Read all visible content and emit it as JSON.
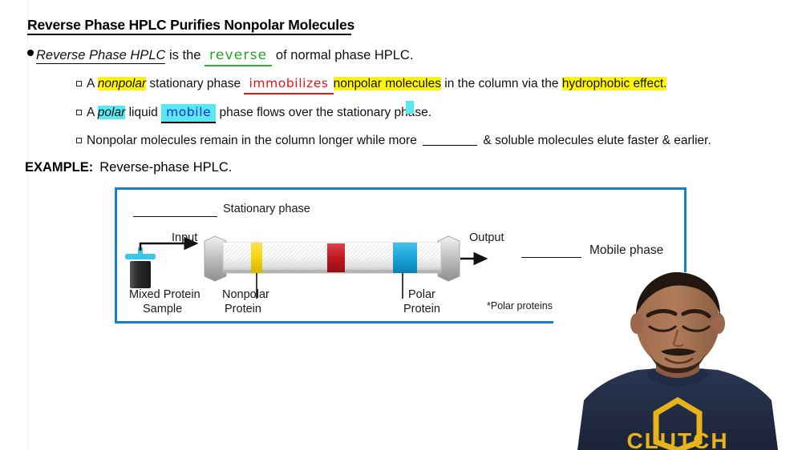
{
  "slide": {
    "title": "Reverse Phase HPLC Purifies Nonpolar Molecules",
    "bullet1": {
      "lead_italic": "Reverse Phase HPLC",
      "mid": " is the ",
      "handwritten": "reverse",
      "tail": " of normal phase HPLC."
    },
    "sub_bullets": [
      {
        "a": "A ",
        "hl1": "nonpolar",
        "b": " stationary phase ",
        "handwritten": "immobilizes",
        "hl2": "nonpolar molecules",
        "c": " in the column via the ",
        "hl3": "hydrophobic effect",
        "d": "."
      },
      {
        "a": "A ",
        "hl1": "polar",
        "b": " liquid ",
        "handwritten": "mobile",
        "c": " phase flows over the stationary phase."
      },
      {
        "a": "Nonpolar molecules remain in the column longer while more ",
        "blank": "",
        "b": " & soluble molecules elute faster & earlier."
      }
    ],
    "example": {
      "label": "EXAMPLE:",
      "text": "Reverse-phase HPLC."
    }
  },
  "diagram": {
    "stationary_phase_label": "Stationary phase",
    "mobile_phase_label": "Mobile phase",
    "input_label": "Input",
    "output_label": "Output",
    "mixed_sample_line1": "Mixed Protein",
    "mixed_sample_line2": "Sample",
    "nonpolar_line1": "Nonpolar",
    "nonpolar_line2": "Protein",
    "polar_line1": "Polar",
    "polar_line2": "Protein",
    "footnote": "*Polar proteins elute from co",
    "band_colors": {
      "nonpolar_band": "#f5d312",
      "middle_band": "#c0171f",
      "polar_band": "#1aa4da"
    },
    "border_color": "#1b7fc4"
  },
  "highlight_colors": {
    "yellow": "#fff600",
    "cyan": "#59e8f2"
  },
  "handwriting_colors": {
    "green": "#21a521",
    "red": "#e51414",
    "blue": "#1d2bd4"
  },
  "webcam": {
    "shirt_text": "CLUTCH",
    "shirt_color": "#222b45",
    "logo_color": "#e8b21a"
  }
}
